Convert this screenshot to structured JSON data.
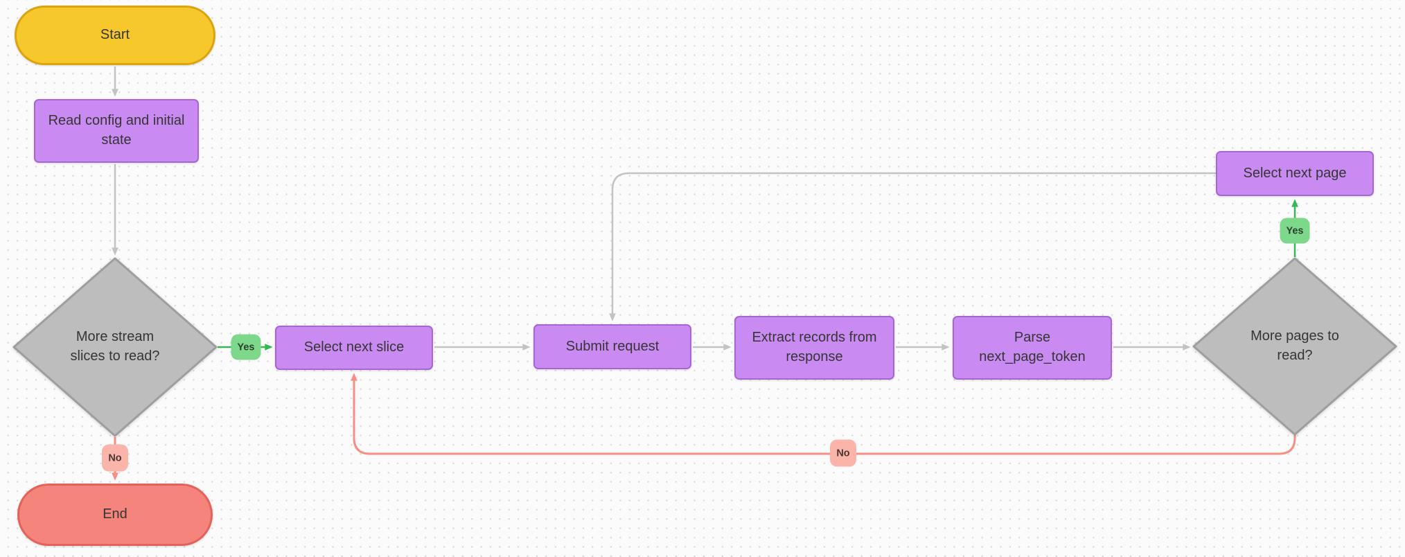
{
  "diagram": {
    "description": "Stream read flowchart",
    "nodes": {
      "start": {
        "label": "Start",
        "type": "terminator"
      },
      "read_config": {
        "label": "Read config and initial\nstate",
        "type": "process"
      },
      "more_slices": {
        "label": "More stream\nslices to read?",
        "type": "decision"
      },
      "select_next_slice": {
        "label": "Select next slice",
        "type": "process"
      },
      "submit_request": {
        "label": "Submit request",
        "type": "process"
      },
      "extract_records": {
        "label": "Extract records from\nresponse",
        "type": "process"
      },
      "parse_token": {
        "label": "Parse\nnext_page_token",
        "type": "process"
      },
      "more_pages": {
        "label": "More pages to\nread?",
        "type": "decision"
      },
      "select_next_page": {
        "label": "Select next page",
        "type": "process"
      },
      "end": {
        "label": "End",
        "type": "terminator"
      }
    },
    "edge_labels": {
      "yes_slices": "Yes",
      "no_slices": "No",
      "yes_pages": "Yes",
      "no_pages": "No"
    }
  },
  "colors": {
    "start_fill": "#f7c82b",
    "start_border": "#daa40e",
    "process_fill": "#c98bf2",
    "process_border": "#a765d2",
    "decision_fill": "#bdbdbd",
    "decision_border": "#9e9e9e",
    "end_fill": "#f5847c",
    "end_border": "#e3635b",
    "yes_fill": "#7ed88b",
    "yes_line": "#33b853",
    "no_fill": "#fbb4a9",
    "no_line": "#f98d83",
    "edge_gray": "#c3c3c3",
    "text": "#353535",
    "bg": "#fbfbfb",
    "dot": "#dcdcdc"
  }
}
